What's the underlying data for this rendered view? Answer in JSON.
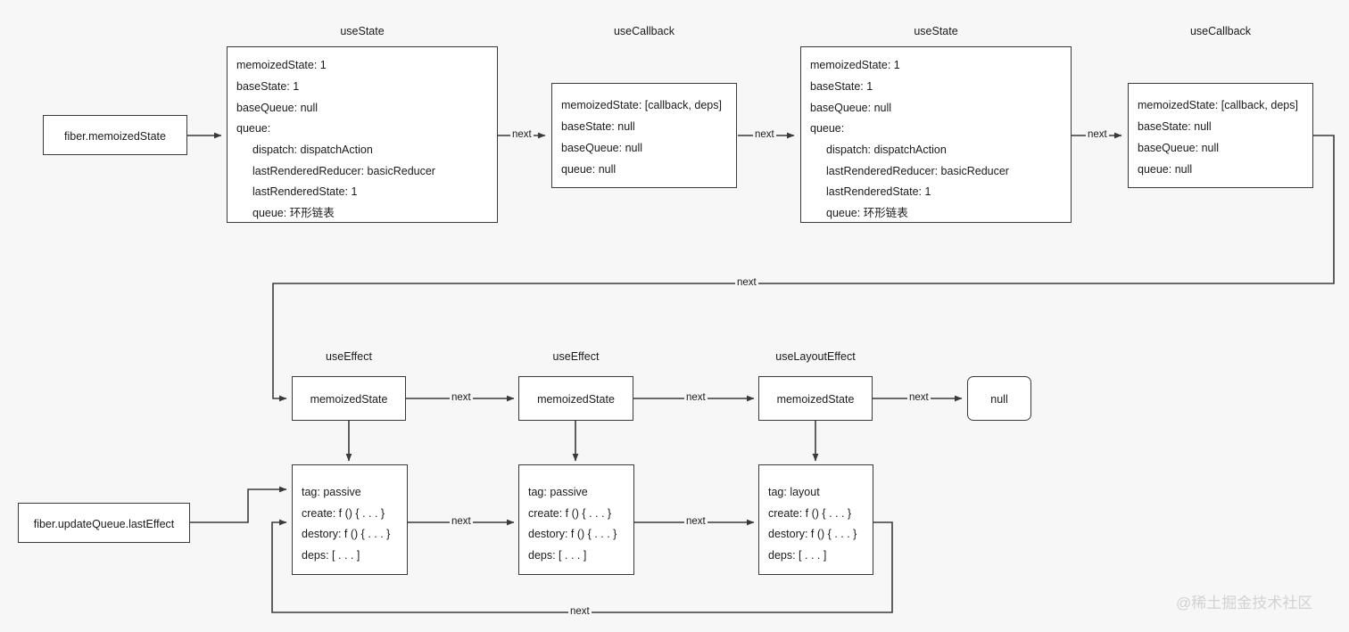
{
  "diagram": {
    "title": "React Hooks linked list structure",
    "watermark": "@稀土掘金技术社区",
    "edge_label": "next",
    "colors": {
      "background": "#f7f7f7",
      "stroke": "#3a3a3a",
      "node_fill": "#ffffff",
      "text": "#1a1a1a",
      "watermark": "#d2d2d2"
    }
  },
  "entry_nodes": [
    {
      "id": "fiber-memoized-state",
      "label": "fiber.memoizedState"
    },
    {
      "id": "fiber-update-queue-last-effect",
      "label": "fiber.updateQueue.lastEffect"
    }
  ],
  "hook_chain": [
    {
      "id": "hook-usestate-1",
      "title": "useState",
      "rows": [
        {
          "text": "memoizedState: 1",
          "indent": 0
        },
        {
          "text": "baseState: 1",
          "indent": 0
        },
        {
          "text": "baseQueue: null",
          "indent": 0
        },
        {
          "text": "queue:",
          "indent": 0
        },
        {
          "text": "dispatch: dispatchAction",
          "indent": 1
        },
        {
          "text": "lastRenderedReducer: basicReducer",
          "indent": 1
        },
        {
          "text": "lastRenderedState: 1",
          "indent": 1
        },
        {
          "text": "queue: 环形链表",
          "indent": 1
        }
      ]
    },
    {
      "id": "hook-usecallback-1",
      "title": "useCallback",
      "rows": [
        {
          "text": "memoizedState: [callback, deps]",
          "indent": 0
        },
        {
          "text": "baseState: null",
          "indent": 0
        },
        {
          "text": "baseQueue: null",
          "indent": 0
        },
        {
          "text": "queue: null",
          "indent": 0
        }
      ]
    },
    {
      "id": "hook-usestate-2",
      "title": "useState",
      "rows": [
        {
          "text": "memoizedState: 1",
          "indent": 0
        },
        {
          "text": "baseState: 1",
          "indent": 0
        },
        {
          "text": "baseQueue: null",
          "indent": 0
        },
        {
          "text": "queue:",
          "indent": 0
        },
        {
          "text": "dispatch: dispatchAction",
          "indent": 1
        },
        {
          "text": "lastRenderedReducer: basicReducer",
          "indent": 1
        },
        {
          "text": "lastRenderedState: 1",
          "indent": 1
        },
        {
          "text": "queue: 环形链表",
          "indent": 1
        }
      ]
    },
    {
      "id": "hook-usecallback-2",
      "title": "useCallback",
      "rows": [
        {
          "text": "memoizedState: [callback, deps]",
          "indent": 0
        },
        {
          "text": "baseState: null",
          "indent": 0
        },
        {
          "text": "baseQueue: null",
          "indent": 0
        },
        {
          "text": "queue: null",
          "indent": 0
        }
      ]
    }
  ],
  "effect_hooks": [
    {
      "id": "hook-useeffect-1",
      "title": "useEffect",
      "label": "memoizedState"
    },
    {
      "id": "hook-useeffect-2",
      "title": "useEffect",
      "label": "memoizedState"
    },
    {
      "id": "hook-uselayouteffect-1",
      "title": "useLayoutEffect",
      "label": "memoizedState"
    }
  ],
  "effect_tail": {
    "id": "hook-effect-null",
    "label": "null"
  },
  "effect_objects": [
    {
      "id": "effect-object-1",
      "rows": [
        "tag: passive",
        "create: f () { . . . }",
        "destory: f () { . . . }",
        "deps: [ . . . ]"
      ]
    },
    {
      "id": "effect-object-2",
      "rows": [
        "tag: passive",
        "create: f () { . . . }",
        "destory: f () { . . . }",
        "deps: [ . . . ]"
      ]
    },
    {
      "id": "effect-object-3",
      "rows": [
        "tag: layout",
        "create: f () { . . . }",
        "destory: f () { . . . }",
        "deps: [ . . . ]"
      ]
    }
  ],
  "edge_labels": {
    "hook_next_1": "next",
    "hook_next_2": "next",
    "hook_next_3": "next",
    "hook_next_wrap": "next",
    "effect_next_1": "next",
    "effect_next_2": "next",
    "effect_next_tail": "next",
    "object_next_1": "next",
    "object_next_2": "next",
    "object_next_wrap": "next"
  }
}
